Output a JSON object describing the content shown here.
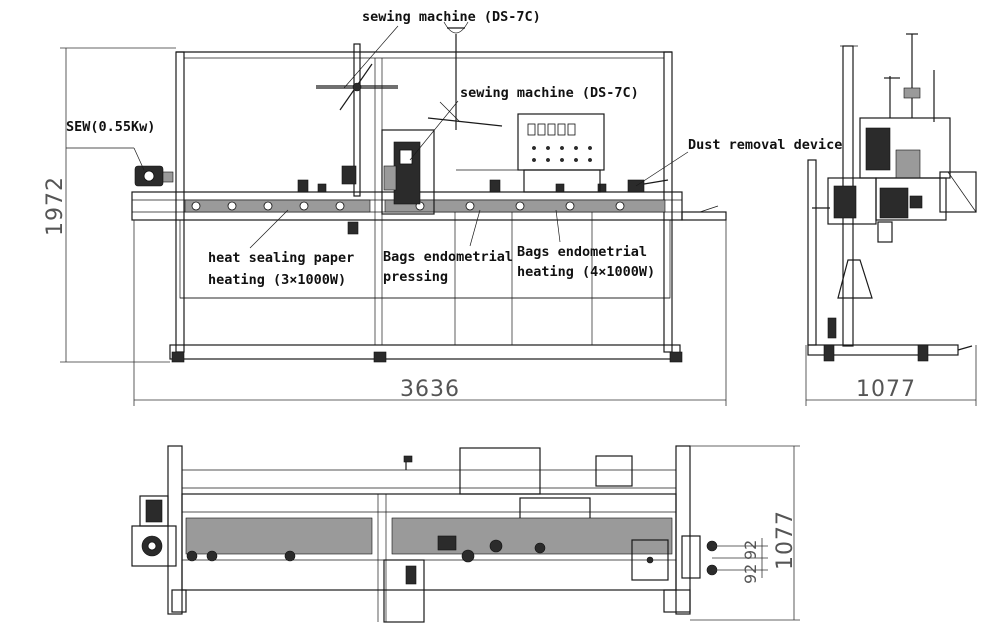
{
  "labels": {
    "sewing_machine_top": "sewing machine (DS-7C)",
    "sewing_machine_mid": "sewing machine (DS-7C)",
    "sew_motor": "SEW(0.55Kw)",
    "dust_removal": "Dust removal device",
    "heat_sealing_line1": "heat sealing paper",
    "heat_sealing_line2": "heating  (3×1000W)",
    "pressing_line1": "Bags endometrial",
    "pressing_line2": "pressing",
    "bag_heating_line1": "Bags endometrial",
    "bag_heating_line2": "heating (4×1000W)"
  },
  "dimensions": {
    "front_height": "1972",
    "front_length": "3636",
    "side_width": "1077",
    "top_width": "1077",
    "offset_a": "92",
    "offset_b": "92"
  },
  "colors": {
    "line": "#1a1a1a",
    "dimension_text": "#555555"
  }
}
